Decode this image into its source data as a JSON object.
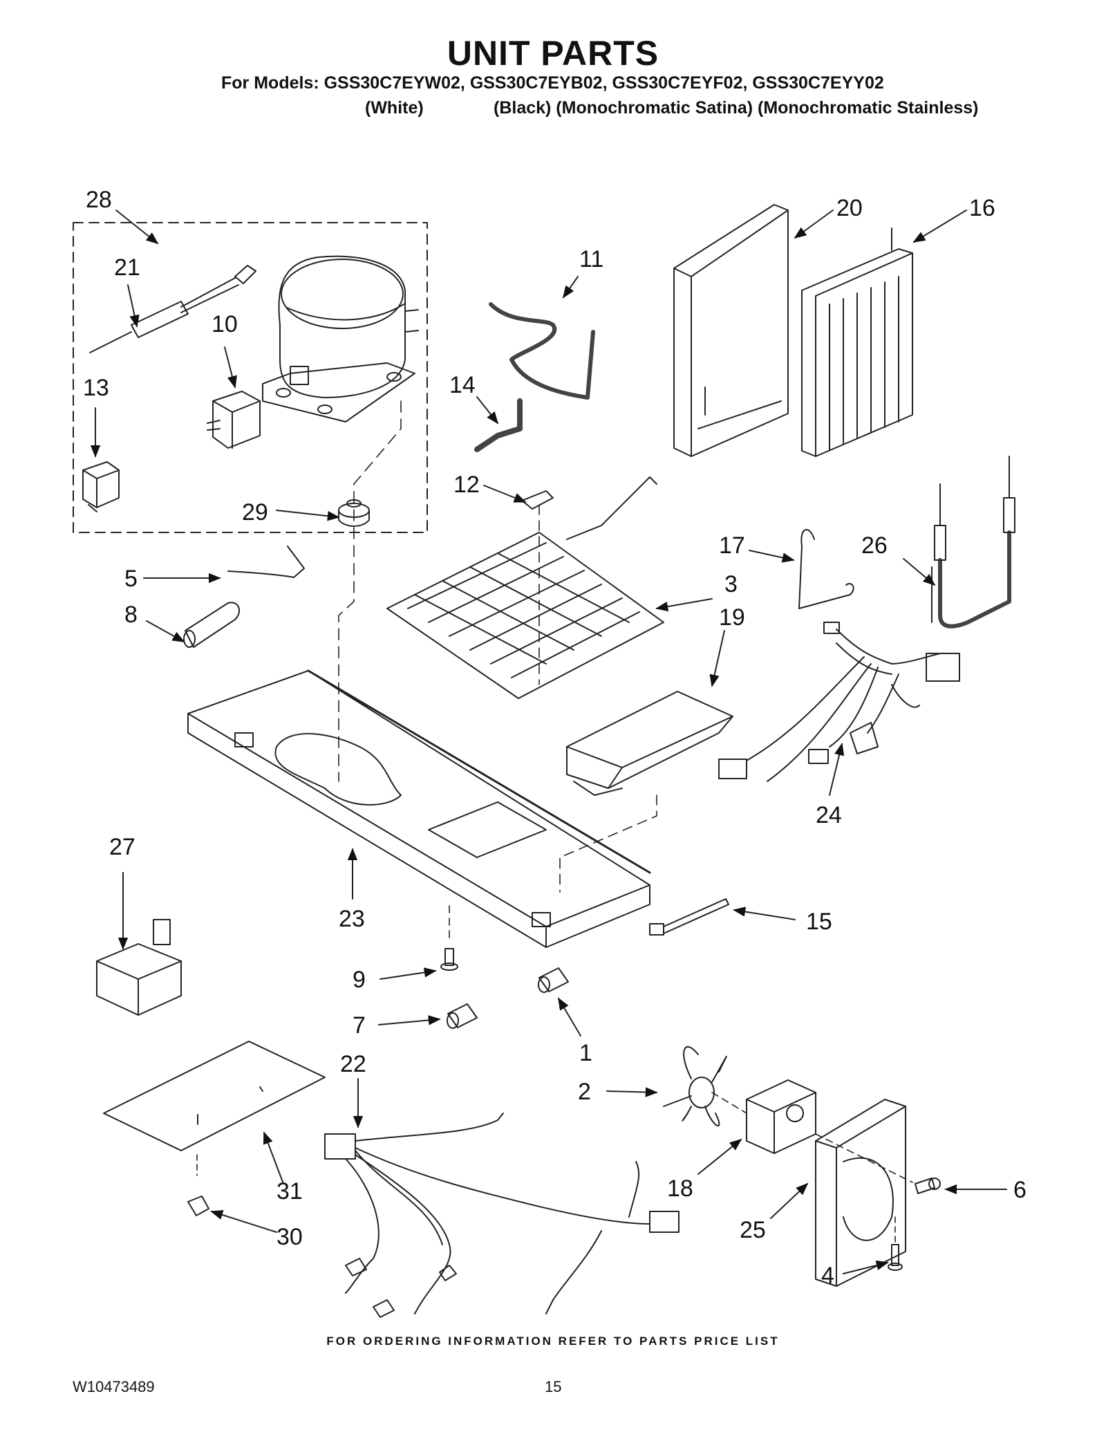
{
  "header": {
    "title": "UNIT PARTS",
    "models_line": "For Models: GSS30C7EYW02, GSS30C7EYB02, GSS30C7EYF02, GSS30C7EYY02",
    "finishes": [
      "(White)",
      "(Black) (Monochromatic Satina) (Monochromatic Stainless)"
    ]
  },
  "callouts": {
    "p1": "1",
    "p2": "2",
    "p3": "3",
    "p4": "4",
    "p5": "5",
    "p6": "6",
    "p7": "7",
    "p8": "8",
    "p9": "9",
    "p10": "10",
    "p11": "11",
    "p12": "12",
    "p13": "13",
    "p14": "14",
    "p15": "15",
    "p16": "16",
    "p17": "17",
    "p18": "18",
    "p19": "19",
    "p20": "20",
    "p21": "21",
    "p22": "22",
    "p23": "23",
    "p24": "24",
    "p25": "25",
    "p26": "26",
    "p27": "27",
    "p28": "28",
    "p29": "29",
    "p30": "30",
    "p31": "31"
  },
  "footer": {
    "ordering_note": "FOR ORDERING INFORMATION REFER TO PARTS PRICE LIST",
    "doc_number": "W10473489",
    "page_number": "15"
  }
}
